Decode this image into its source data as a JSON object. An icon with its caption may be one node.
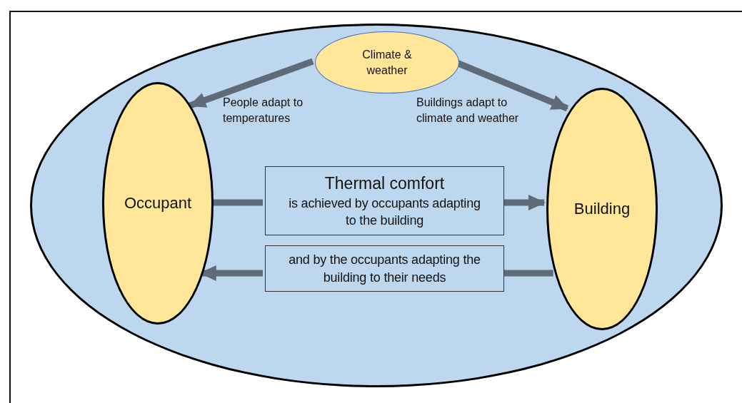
{
  "diagram": {
    "nodes": [
      {
        "text": [],
        "shape": "ellipse"
      },
      {
        "text": [
          "Climate & weather"
        ],
        "in": 0
      },
      {
        "text": [
          "Occupant"
        ],
        "in": 0
      },
      {
        "text": [
          "Building"
        ],
        "in": 0
      },
      {
        "text": [
          "Thermal comfort",
          "is achieved by occupants adapting to the building"
        ],
        "in": 0
      },
      {
        "text": [
          "and by the occupants adapting the building to their needs"
        ],
        "in": 0
      }
    ],
    "edges": [
      {
        "from": 1,
        "to": 2,
        "arrow": "to",
        "label": "People adapt to temperatures"
      },
      {
        "from": 1,
        "to": 3,
        "arrow": "to",
        "label": "Buildings adapt to climate and weather"
      },
      {
        "from": 2,
        "to": 4,
        "arrow": "none"
      },
      {
        "from": 4,
        "to": 3,
        "arrow": "to"
      },
      {
        "from": 3,
        "to": 5,
        "arrow": "none"
      },
      {
        "from": 5,
        "to": 2,
        "arrow": "to"
      }
    ]
  }
}
